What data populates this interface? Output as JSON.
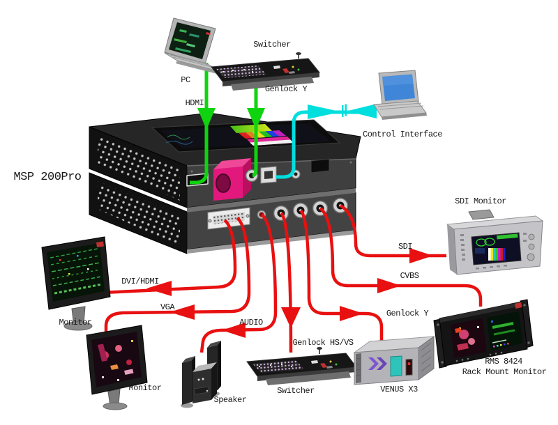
{
  "colors": {
    "input_line": "#0fd30f",
    "control_line": "#00dede",
    "output_line": "#e81010"
  },
  "main_device": {
    "label": "MSP 200Pro"
  },
  "peripherals": {
    "pc": {
      "label": "PC"
    },
    "top_switcher": {
      "label": "Switcher"
    },
    "control_interface": {
      "label": "Control Interface"
    },
    "sdi_monitor": {
      "label": "SDI Monitor"
    },
    "dvi_monitor": {
      "label": "Monitor"
    },
    "vga_monitor": {
      "label": "Monitor"
    },
    "speaker": {
      "label": "Speaker"
    },
    "bottom_switcher": {
      "label": "Switcher"
    },
    "venus_x3": {
      "label": "VENUS X3"
    },
    "rack_monitor": {
      "label": "RMS 8424",
      "label2": "Rack Mount Monitor"
    }
  },
  "connections": {
    "hdmi": {
      "label": "HDMI"
    },
    "genlock_y_in": {
      "label": "Genlock Y"
    },
    "sdi": {
      "label": "SDI"
    },
    "cvbs": {
      "label": "CVBS"
    },
    "dvi_hdmi": {
      "label": "DVI/HDMI"
    },
    "vga": {
      "label": "VGA"
    },
    "audio": {
      "label": "AUDIO"
    },
    "genlock_hsvs": {
      "label": "Genlock HS/VS"
    },
    "genlock_y_out": {
      "label": "Genlock Y"
    }
  }
}
